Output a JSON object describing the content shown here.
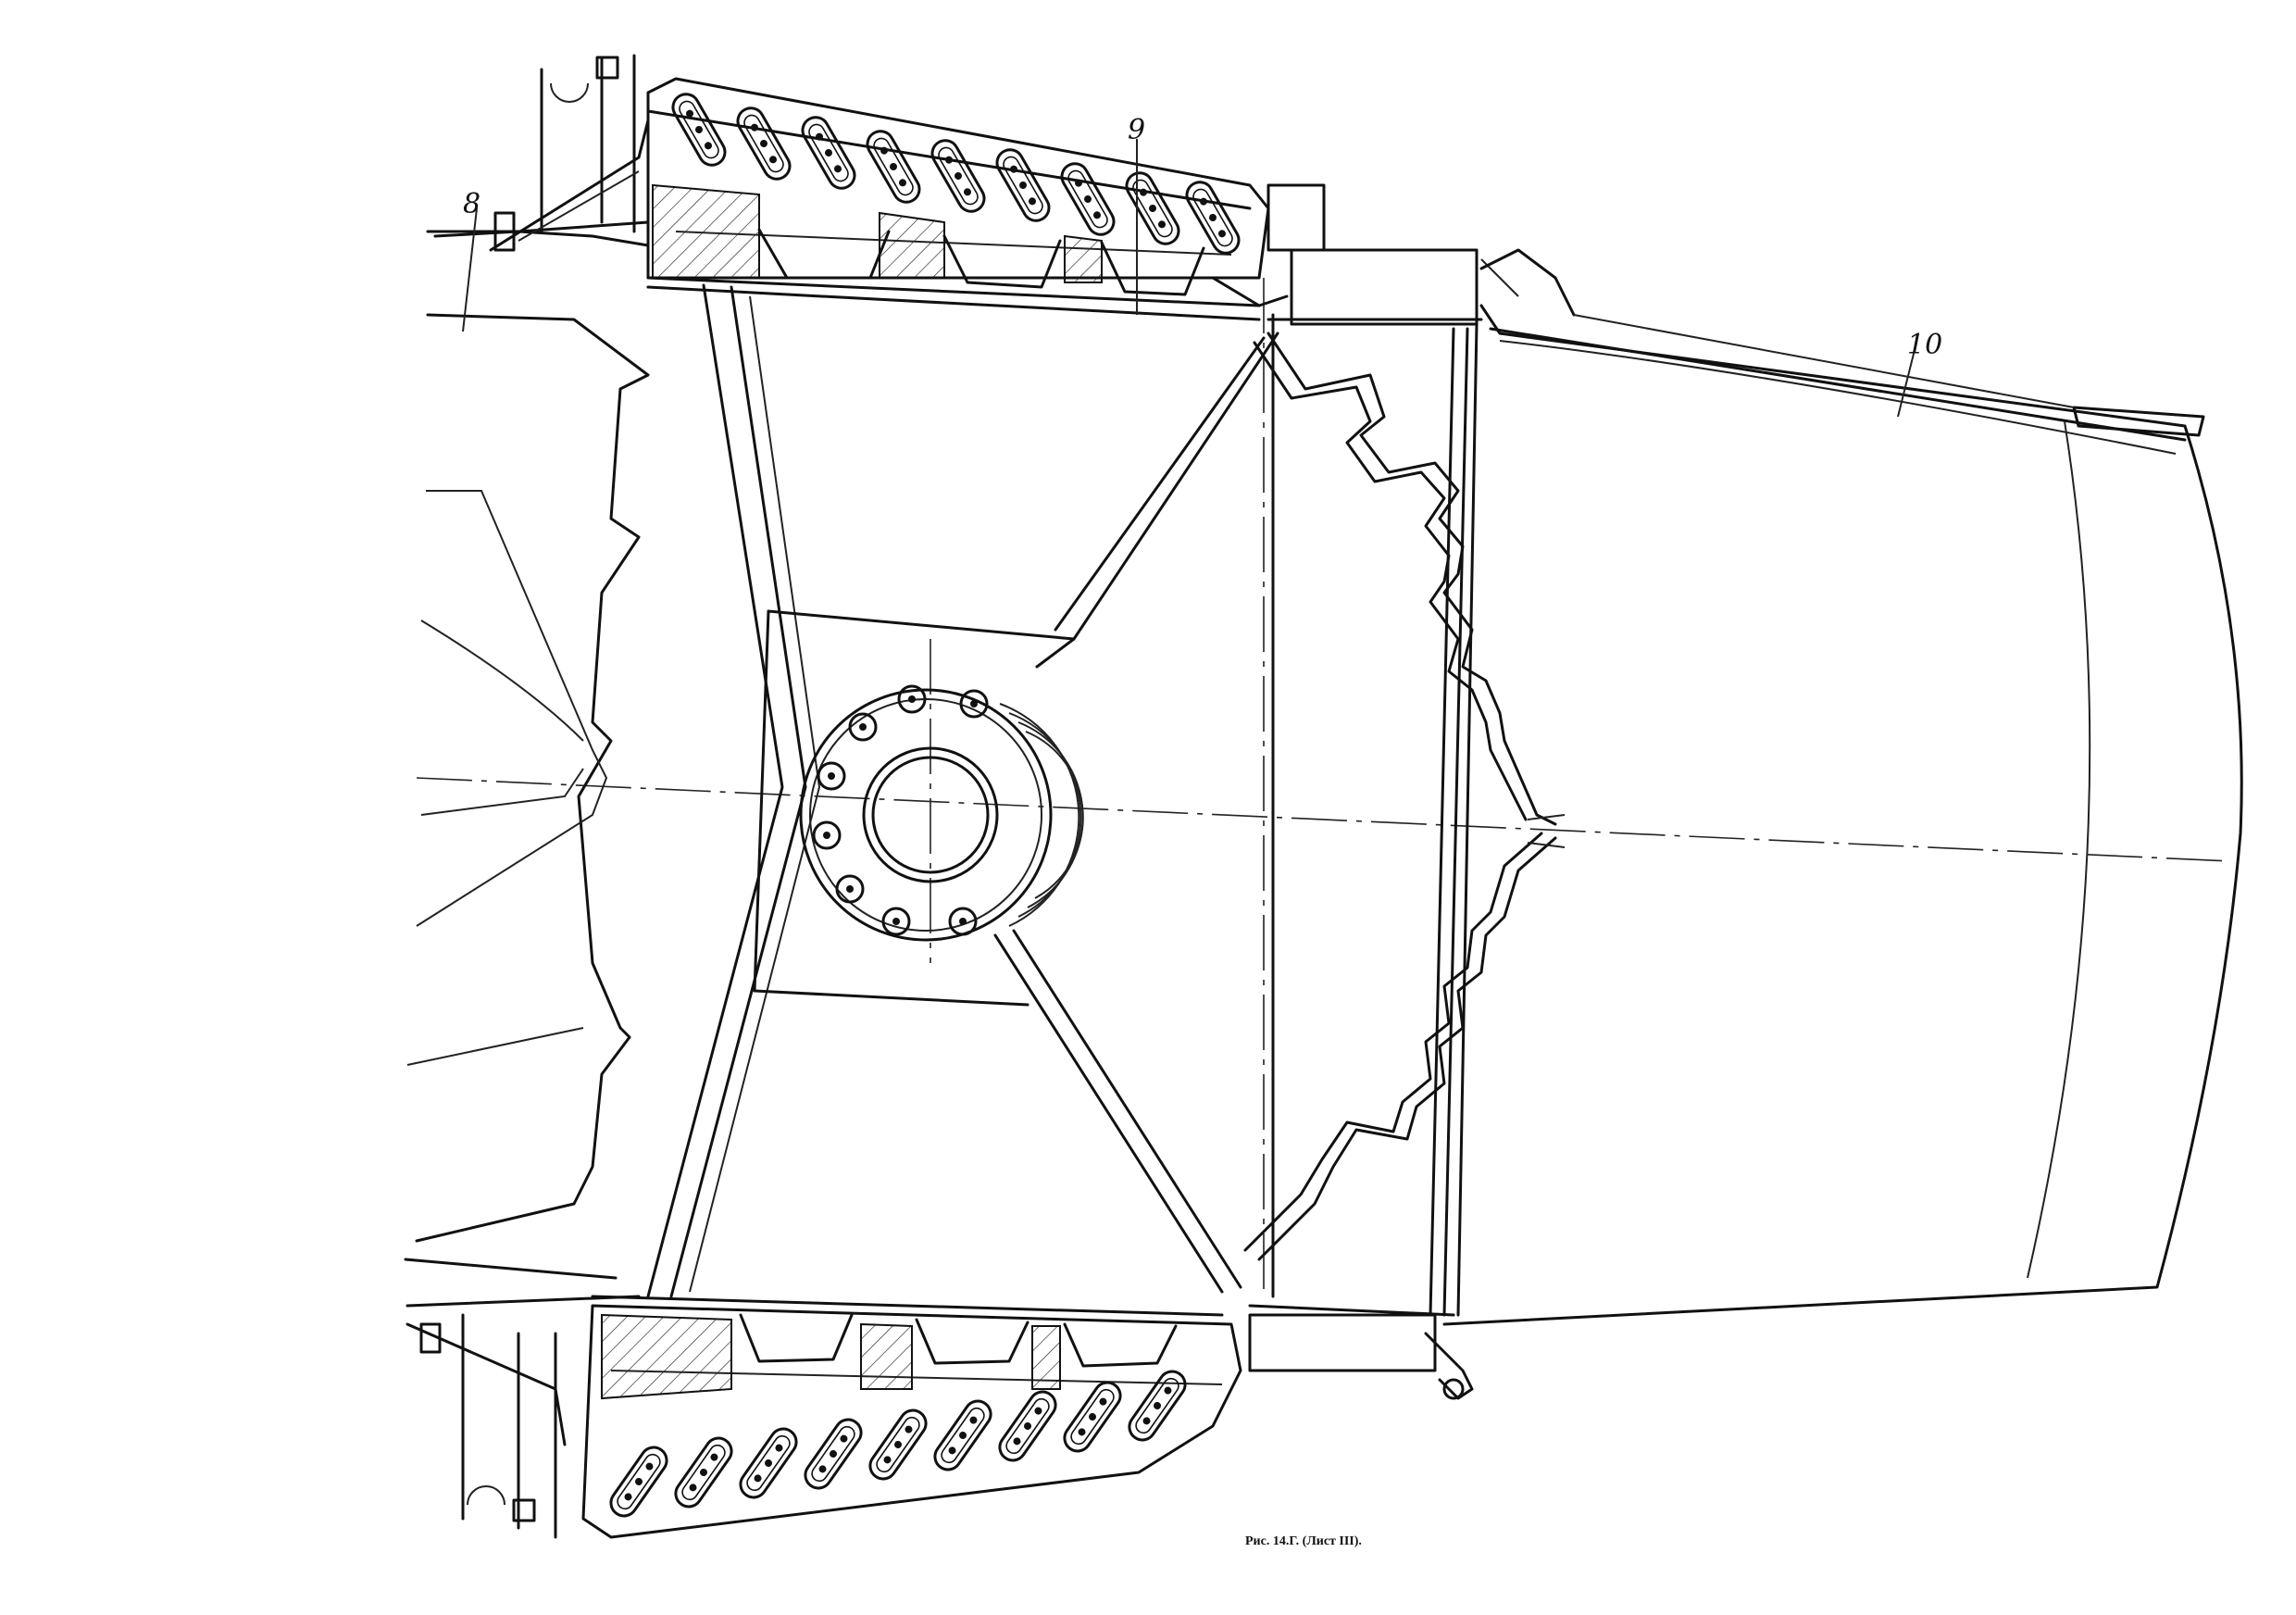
{
  "callouts": [
    {
      "id": "8",
      "label": "8"
    },
    {
      "id": "9",
      "label": "9"
    },
    {
      "id": "10",
      "label": "10"
    }
  ],
  "caption": "Рис. 14.Г. (Лист III)."
}
